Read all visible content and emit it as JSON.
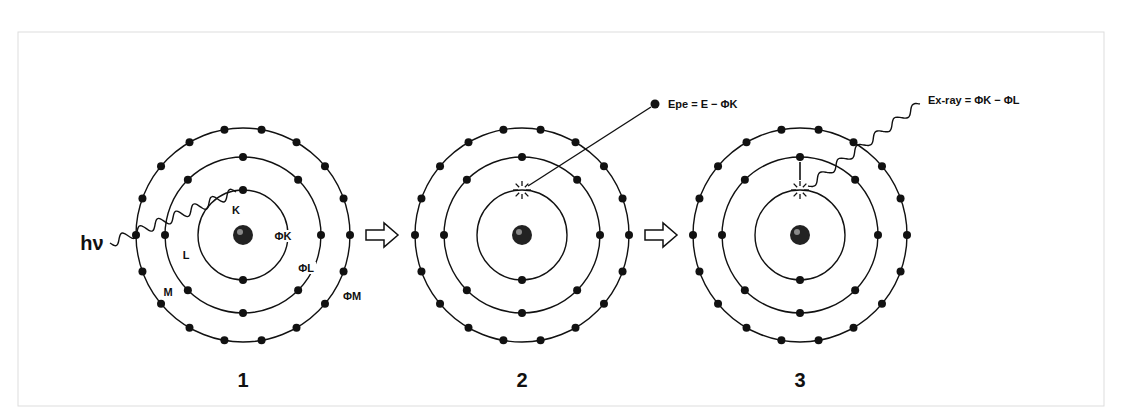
{
  "diagram": {
    "labels": [
      "hν",
      "K",
      "ΦK",
      "L",
      "ΦL",
      "M",
      "ΦM",
      "1",
      "Epe = E − ΦK",
      "2",
      "Ex-ray = ΦK − ΦL",
      "3"
    ]
  }
}
